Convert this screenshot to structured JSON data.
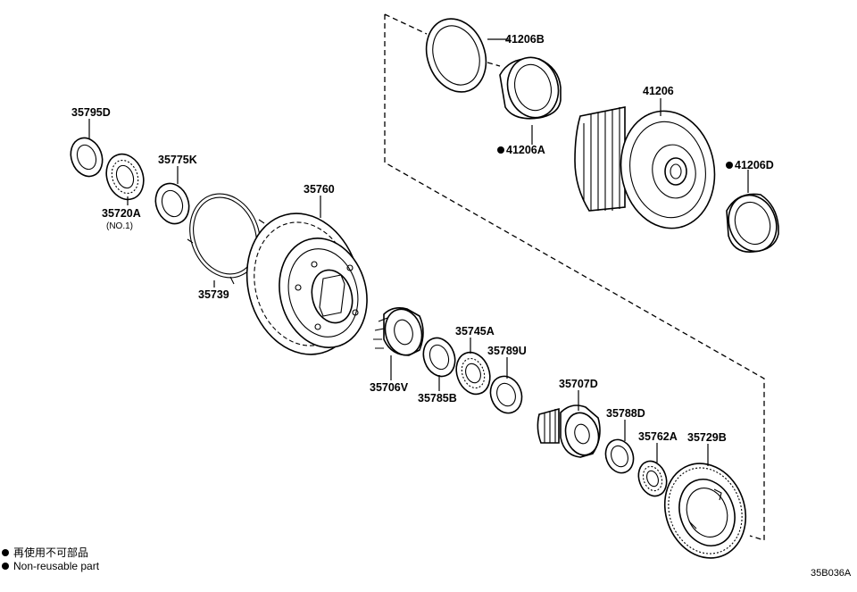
{
  "parts": {
    "p41206B": "41206B",
    "p41206": "41206",
    "p41206A": "41206A",
    "p41206D": "41206D",
    "p35795D": "35795D",
    "p35775K": "35775K",
    "p35720A": "35720A",
    "p35720A_note": "(NO.1)",
    "p35760": "35760",
    "p35739": "35739",
    "p35745A": "35745A",
    "p35789U": "35789U",
    "p35706V": "35706V",
    "p35785B": "35785B",
    "p35707D": "35707D",
    "p35788D": "35788D",
    "p35762A": "35762A",
    "p35729B": "35729B"
  },
  "legend": {
    "line_jp": "再使用不可部品",
    "line_en": "Non-reusable part"
  },
  "reference_code": "35B036A"
}
